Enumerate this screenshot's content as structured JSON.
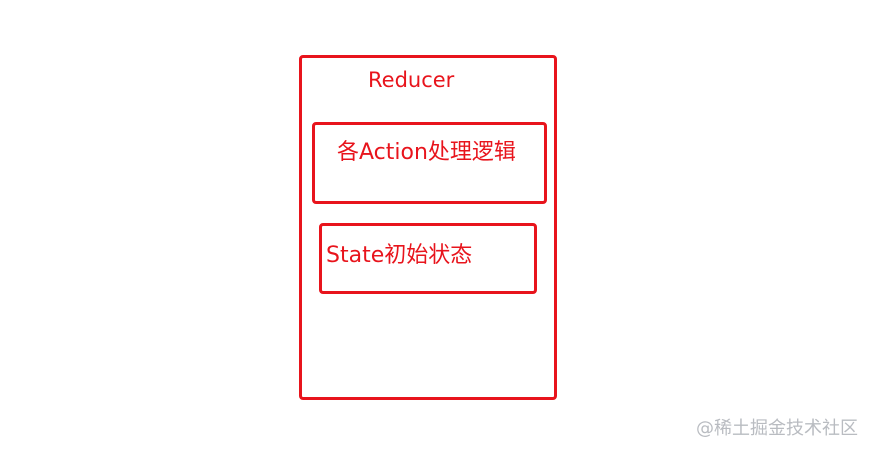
{
  "diagram": {
    "outer_box": {
      "title": "Reducer"
    },
    "inner_boxes": [
      {
        "label": "各Action处理逻辑"
      },
      {
        "label": "State初始状态"
      }
    ],
    "watermark": "@稀土掘金技术社区",
    "colors": {
      "stroke": "#e8141c",
      "text": "#e8141c",
      "watermark": "#b9bcc1",
      "background": "#ffffff"
    }
  }
}
